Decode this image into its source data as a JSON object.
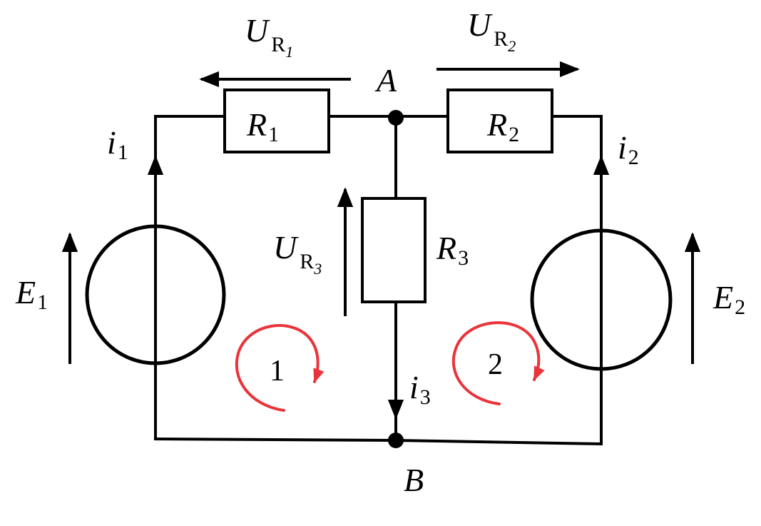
{
  "labels": {
    "ur1": {
      "main": "U",
      "sub": "R",
      "subsub": "1"
    },
    "ur2": {
      "main": "U",
      "sub": "R",
      "subsub": "2"
    },
    "ur3": {
      "main": "U",
      "sub": "R",
      "subsub": "3"
    },
    "node_a": "A",
    "node_b": "B",
    "r1": {
      "main": "R",
      "sub": "1"
    },
    "r2": {
      "main": "R",
      "sub": "2"
    },
    "r3": {
      "main": "R",
      "sub": "3"
    },
    "i1": {
      "main": "i",
      "sub": "1"
    },
    "i2": {
      "main": "i",
      "sub": "2"
    },
    "i3": {
      "main": "i",
      "sub": "3"
    },
    "e1": {
      "main": "E",
      "sub": "1"
    },
    "e2": {
      "main": "E",
      "sub": "2"
    },
    "loop1": "1",
    "loop2": "2"
  },
  "colors": {
    "wire": "#000000",
    "loop_arrow": "#e8343a"
  }
}
